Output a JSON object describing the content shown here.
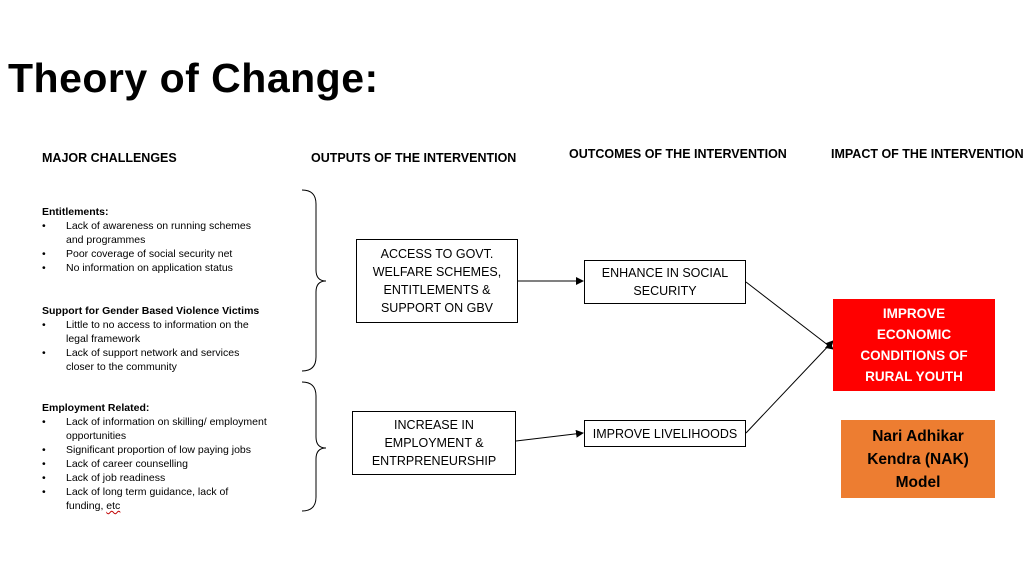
{
  "title": "Theory of Change:",
  "columns": {
    "challenges": "MAJOR CHALLENGES",
    "outputs": "OUTPUTS OF THE INTERVENTION",
    "outcomes": "OUTCOMES OF THE INTERVENTION",
    "impact": "IMPACT OF THE INTERVENTION"
  },
  "challenges": {
    "entitlements": {
      "heading": "Entitlements:",
      "items": [
        "Lack of awareness on running schemes and programmes",
        "Poor coverage of social security net",
        "No information on application status"
      ]
    },
    "gbv": {
      "heading": "Support for Gender Based Violence Victims",
      "items": [
        "Little to no access to information on the legal framework",
        "Lack of support network and services closer to the community"
      ]
    },
    "employment": {
      "heading": "Employment Related:",
      "items": [
        "Lack of information on skilling/ employment opportunities",
        "Significant proportion of low paying jobs",
        "Lack of career counselling",
        "Lack of job readiness",
        "Lack of long term guidance, lack of"
      ],
      "last_line_prefix": "funding, ",
      "last_line_etc": "etc"
    }
  },
  "outputs": {
    "access": "ACCESS TO GOVT. WELFARE SCHEMES, ENTITLEMENTS & SUPPORT ON GBV",
    "employment": "INCREASE IN EMPLOYMENT & ENTRPRENEURSHIP"
  },
  "outcomes": {
    "social_security": "ENHANCE IN SOCIAL SECURITY",
    "livelihoods": "IMPROVE LIVELIHOODS"
  },
  "impact": {
    "main": "IMPROVE ECONOMIC CONDITIONS OF RURAL YOUTH",
    "model": "Nari Adhikar Kendra (NAK) Model"
  },
  "colors": {
    "impact_main_bg": "#ff0000",
    "impact_main_text": "#ffffff",
    "model_bg": "#ed7d31",
    "model_text": "#000000"
  }
}
